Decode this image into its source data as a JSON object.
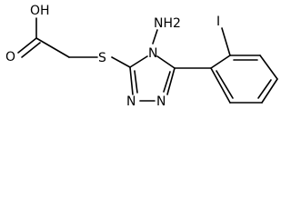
{
  "molecule": {
    "atoms": {
      "oh": "OH",
      "o_carbonyl": "O",
      "s": "S",
      "n4": "N",
      "nh2": "NH2",
      "n1": "N",
      "n2": "N",
      "i": "I"
    }
  }
}
